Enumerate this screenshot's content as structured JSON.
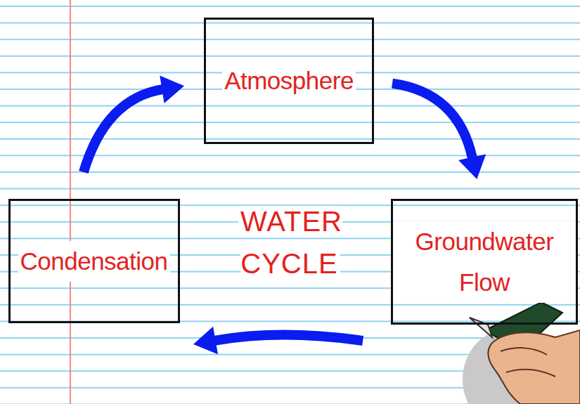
{
  "diagram": {
    "title": "WATER CYCLE",
    "nodes": [
      {
        "text": [
          "Atmosphere"
        ]
      },
      {
        "text": [
          "Condensation"
        ]
      },
      {
        "text": [
          "Groundwater Flow"
        ]
      }
    ],
    "edges": [
      {
        "from": 1,
        "to": 0,
        "arrow": "to"
      },
      {
        "from": 0,
        "to": 2,
        "arrow": "to"
      },
      {
        "from": 2,
        "to": 1,
        "arrow": "to"
      }
    ]
  }
}
